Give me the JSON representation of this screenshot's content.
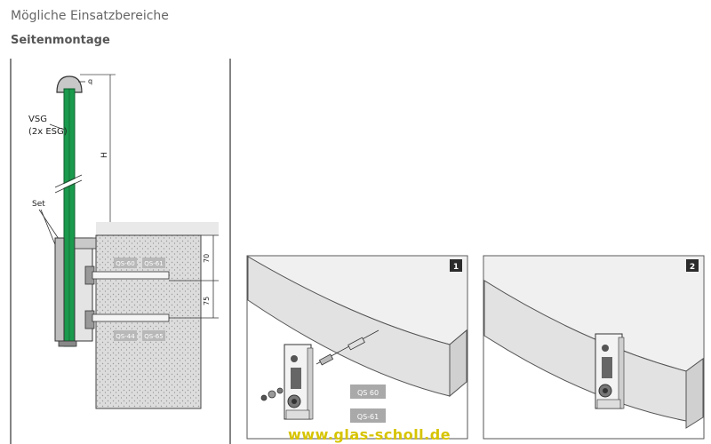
{
  "page": {
    "title": "Mögliche Einsatzbereiche",
    "subtitle": "Seitenmontage"
  },
  "drawing": {
    "label_vsg_line1": "VSG",
    "label_vsg_line2": "(2x ESG)",
    "label_set": "Set",
    "label_h": "H",
    "label_q": "q",
    "dim_top": "70",
    "dim_bottom": "75",
    "plate_labels": [
      "QS-60",
      "QS-61",
      "QS-44",
      "QS-65"
    ]
  },
  "steps": [
    {
      "number": "1",
      "badges": [
        "QS 60",
        "QS-61"
      ]
    },
    {
      "number": "2"
    }
  ],
  "watermark": "www.glas-scholl.de",
  "colors": {
    "glass": "#1a9a4c",
    "concrete": "#dadada",
    "watermark": "#d7c400"
  }
}
